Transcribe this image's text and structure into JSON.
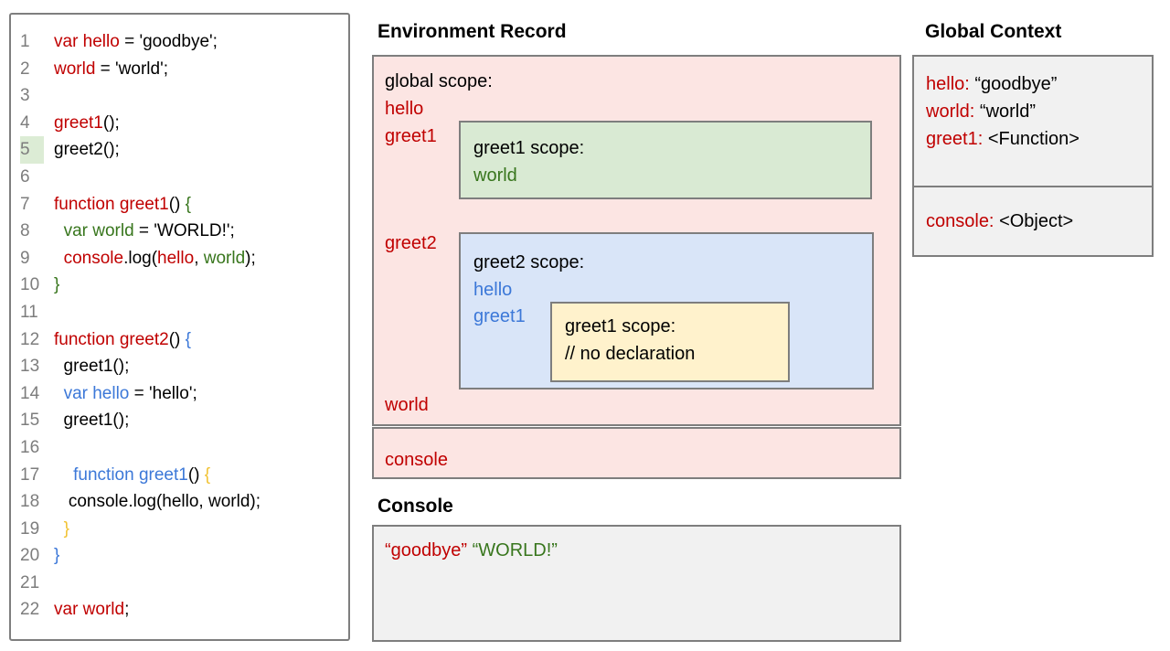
{
  "titles": {
    "environment_record": "Environment Record",
    "console": "Console",
    "global_context": "Global Context"
  },
  "colors": {
    "keyword_red": "#c00000",
    "scope_green": "#38761d",
    "scope_blue": "#3c78d8",
    "scope_orange": "#f1c232",
    "global_scope_bg": "#fce5e3",
    "greet1_scope_bg": "#d9ead3",
    "greet2_scope_bg": "#d9e5f8",
    "inner_greet1_scope_bg": "#fff2cc",
    "panel_gray_bg": "#f1f1f1",
    "line_highlight_bg": "#dcecd5"
  },
  "code": {
    "lines": [
      {
        "n": "1",
        "segments": [
          {
            "t": "var hello",
            "c": "red"
          },
          {
            "t": " = 'goodbye';",
            "c": "black"
          }
        ]
      },
      {
        "n": "2",
        "segments": [
          {
            "t": "world",
            "c": "red"
          },
          {
            "t": " = 'world';",
            "c": "black"
          }
        ]
      },
      {
        "n": "3",
        "segments": []
      },
      {
        "n": "4",
        "segments": [
          {
            "t": "greet1",
            "c": "red"
          },
          {
            "t": "();",
            "c": "black"
          }
        ]
      },
      {
        "n": "5",
        "hl": true,
        "segments": [
          {
            "t": "greet2();",
            "c": "black"
          }
        ]
      },
      {
        "n": "6",
        "segments": []
      },
      {
        "n": "7",
        "segments": [
          {
            "t": "function greet1",
            "c": "red"
          },
          {
            "t": "() ",
            "c": "black"
          },
          {
            "t": "{",
            "c": "green"
          }
        ]
      },
      {
        "n": "8",
        "segments": [
          {
            "t": "  ",
            "c": "black"
          },
          {
            "t": "var world",
            "c": "green"
          },
          {
            "t": " = 'WORLD!';",
            "c": "black"
          }
        ]
      },
      {
        "n": "9",
        "segments": [
          {
            "t": "  ",
            "c": "black"
          },
          {
            "t": "console",
            "c": "red"
          },
          {
            "t": ".log(",
            "c": "black"
          },
          {
            "t": "hello",
            "c": "red"
          },
          {
            "t": ", ",
            "c": "black"
          },
          {
            "t": "world",
            "c": "green"
          },
          {
            "t": ");",
            "c": "black"
          }
        ]
      },
      {
        "n": "10",
        "segments": [
          {
            "t": "}",
            "c": "green"
          }
        ]
      },
      {
        "n": "11",
        "segments": []
      },
      {
        "n": "12",
        "segments": [
          {
            "t": "function greet2",
            "c": "red"
          },
          {
            "t": "() ",
            "c": "black"
          },
          {
            "t": "{",
            "c": "blue"
          }
        ]
      },
      {
        "n": "13",
        "segments": [
          {
            "t": "  greet1();",
            "c": "black"
          }
        ]
      },
      {
        "n": "14",
        "segments": [
          {
            "t": "  ",
            "c": "black"
          },
          {
            "t": "var hello",
            "c": "blue"
          },
          {
            "t": " = 'hello';",
            "c": "black"
          }
        ]
      },
      {
        "n": "15",
        "segments": [
          {
            "t": "  greet1();",
            "c": "black"
          }
        ]
      },
      {
        "n": "16",
        "segments": []
      },
      {
        "n": "17",
        "segments": [
          {
            "t": "    ",
            "c": "black"
          },
          {
            "t": "function greet1",
            "c": "blue"
          },
          {
            "t": "() ",
            "c": "black"
          },
          {
            "t": "{",
            "c": "orange"
          }
        ]
      },
      {
        "n": "18",
        "segments": [
          {
            "t": "   console.log(hello, world);",
            "c": "black"
          }
        ]
      },
      {
        "n": "19",
        "segments": [
          {
            "t": "  ",
            "c": "black"
          },
          {
            "t": "}",
            "c": "orange"
          }
        ]
      },
      {
        "n": "20",
        "segments": [
          {
            "t": "}",
            "c": "blue"
          }
        ]
      },
      {
        "n": "21",
        "segments": []
      },
      {
        "n": "22",
        "segments": [
          {
            "t": "var world",
            "c": "red"
          },
          {
            "t": ";",
            "c": "black"
          }
        ]
      }
    ]
  },
  "env": {
    "global_label": "global scope:",
    "hello": "hello",
    "greet1": "greet1",
    "greet2": "greet2",
    "world": "world",
    "console": "console",
    "greet1_scope": {
      "label": "greet1 scope:",
      "world": "world"
    },
    "greet2_scope": {
      "label": "greet2 scope:",
      "hello": "hello",
      "greet1": "greet1",
      "inner": {
        "label": "greet1 scope:",
        "comment": "// no declaration"
      }
    }
  },
  "console_output": {
    "segments": [
      {
        "t": "“goodbye”",
        "c": "red"
      },
      {
        "t": " ",
        "c": "black"
      },
      {
        "t": "“WORLD!”",
        "c": "green"
      }
    ]
  },
  "global_context": {
    "entries": [
      {
        "name": "hello:",
        "value": "“goodbye”"
      },
      {
        "name": "world:",
        "value": "“world”"
      },
      {
        "name": "greet1:",
        "value": "<Function>"
      }
    ],
    "console_entry": {
      "name": "console:",
      "value": "<Object>"
    }
  }
}
